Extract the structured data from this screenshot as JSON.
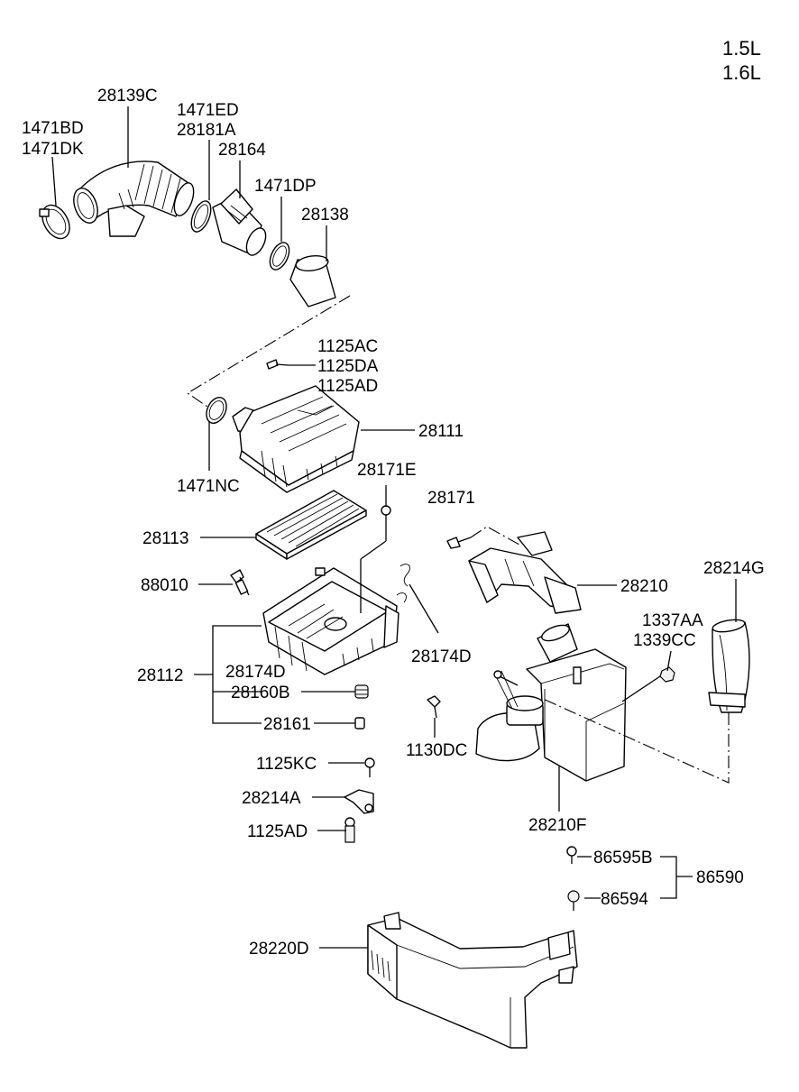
{
  "engine": [
    "1.5L",
    "1.6L"
  ],
  "labels": {
    "p1471BD": "1471BD",
    "p1471DK": "1471DK",
    "p28139C": "28139C",
    "p1471ED": "1471ED",
    "p28181A": "28181A",
    "p28164": "28164",
    "p1471DP": "1471DP",
    "p28138": "28138",
    "p1125AC": "1125AC",
    "p1125DA": "1125DA",
    "p1125AD_top": "1125AD",
    "p28111": "28111",
    "p1471NC": "1471NC",
    "p28171E": "28171E",
    "p28171": "28171",
    "p28113": "28113",
    "p88010": "88010",
    "p28210": "28210",
    "p28214G": "28214G",
    "p1337AA": "1337AA",
    "p1339CC": "1339CC",
    "p28174D_right": "28174D",
    "p28112": "28112",
    "p28174D_left": "28174D",
    "p28160B": "28160B",
    "p28161": "28161",
    "p1130DC": "1130DC",
    "p1125KC": "1125KC",
    "p28214A": "28214A",
    "p1125AD_bottom": "1125AD",
    "p28210F": "28210F",
    "p86595B": "86595B",
    "p86590": "86590",
    "p86594": "86594",
    "p28220D": "28220D"
  }
}
